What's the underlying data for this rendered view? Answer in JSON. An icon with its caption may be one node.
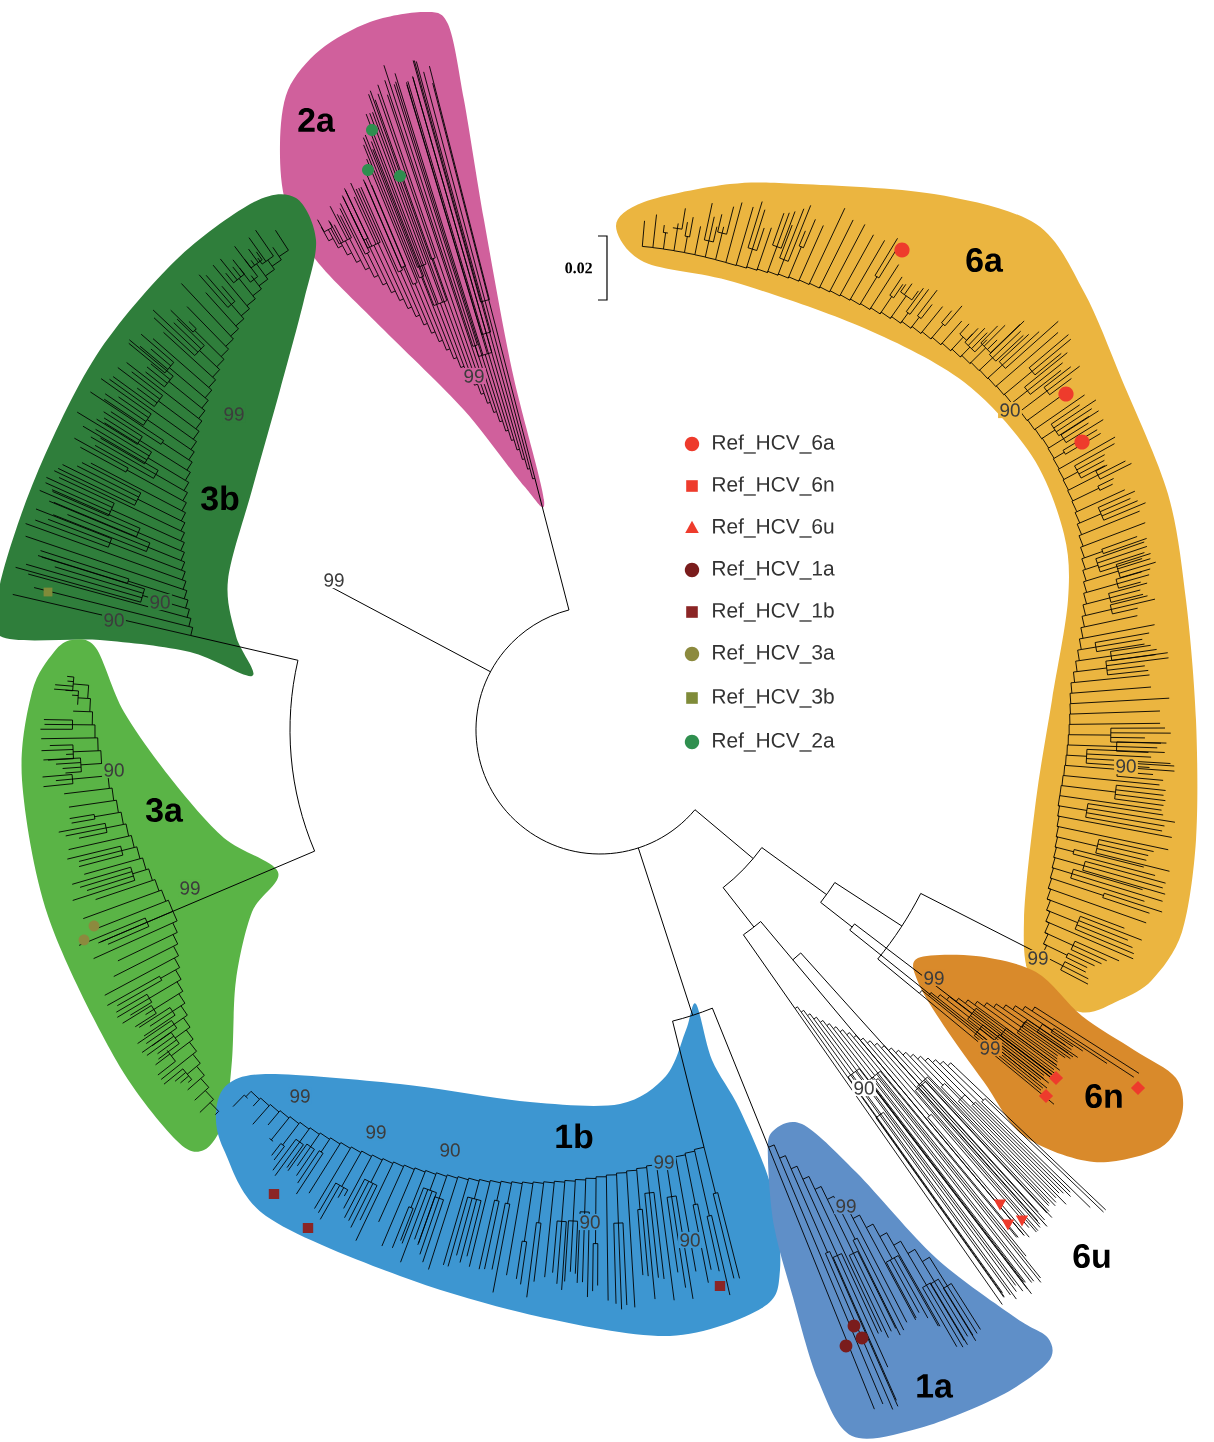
{
  "diagram": {
    "nodes": [
      {
        "text": [
          "2a"
        ]
      },
      {
        "text": [
          "6a"
        ]
      },
      {
        "text": [
          "3b"
        ]
      },
      {
        "text": [
          "3a"
        ]
      },
      {
        "text": [
          "6n"
        ]
      },
      {
        "text": [
          "1b"
        ]
      },
      {
        "text": [
          "1a"
        ]
      }
    ],
    "labels": [
      "0.02",
      "99",
      "99",
      "90",
      "99",
      "90",
      "90",
      "90",
      "90",
      "99",
      "99",
      "99",
      "99",
      "90",
      "99",
      "99",
      "90",
      "99",
      "99",
      "90",
      "90",
      "6u"
    ],
    "legend": [
      {
        "text": "Ref_HCV_6a",
        "color": "#ee3b2c"
      },
      {
        "text": "Ref_HCV_6n",
        "color": "#ee3b2c"
      },
      {
        "text": "Ref_HCV_6u",
        "color": "#ee3b2c"
      },
      {
        "text": "Ref_HCV_1a",
        "color": "#7a1c1c"
      },
      {
        "text": "Ref_HCV_1b",
        "color": "#8b2525"
      },
      {
        "text": "Ref_HCV_3a",
        "color": "#8c8a3e"
      },
      {
        "text": "Ref_HCV_3b",
        "color": "#7f8b39"
      },
      {
        "text": "Ref_HCV_2a",
        "color": "#2f8f4f"
      }
    ]
  }
}
